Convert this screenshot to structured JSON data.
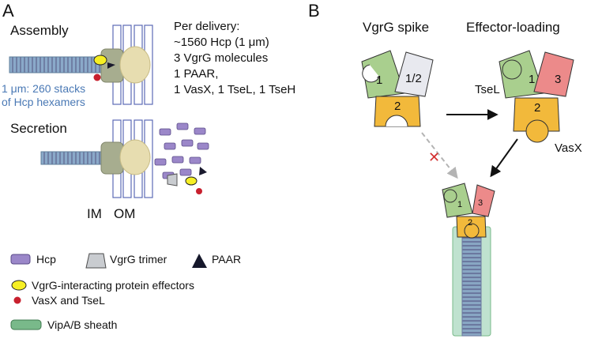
{
  "panels": {
    "a": "A",
    "b": "B"
  },
  "left": {
    "assembly": "Assembly",
    "secretion": "Secretion",
    "length_note": "1 μm: 260 stacks\nof Hcp hexamers",
    "membranes": {
      "im": "IM",
      "om": "OM"
    },
    "delivery": [
      "Per delivery:",
      "~1560 Hcp (1 μm)",
      "3 VgrG molecules",
      "1 PAAR,",
      "1 VasX, 1 TseL, 1 TseH"
    ]
  },
  "legend": {
    "hcp": "Hcp",
    "vgrg": "VgrG trimer",
    "paar": "PAAR",
    "effectors": "VgrG-interacting protein effectors",
    "vasx_tsel": "VasX and TseL",
    "sheath": "VipA/B sheath"
  },
  "right": {
    "spike_title": "VgrG spike",
    "loading_title": "Effector-loading",
    "spike_labels": [
      "1",
      "1/2",
      "2"
    ],
    "loaded_labels": [
      "1",
      "3",
      "2"
    ],
    "tsel": "TseL",
    "vasx": "VasX",
    "tube_labels": [
      "1",
      "3",
      "2"
    ],
    "blocked_mark": "✕"
  },
  "colors": {
    "hcp": "#9b87c9",
    "vgrg": "#c9ccd0",
    "sheath": "#79b98a",
    "green": "#a9cf8e",
    "orange": "#f2b93b",
    "pink": "#ec8a8a",
    "white_sub": "#e8e9ef",
    "effector_yellow": "#f6ef24",
    "effector_red": "#c8202e",
    "membrane": "#5c6ab6",
    "blue_text": "#4a79b5"
  }
}
